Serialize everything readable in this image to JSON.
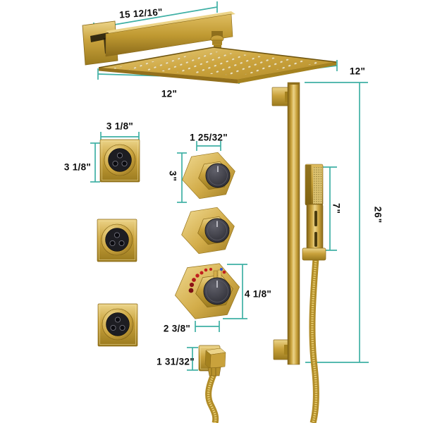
{
  "title": "Gold wall-mount shower system dimension diagram",
  "dimensions": {
    "arm_length": "15 12/16\"",
    "head_width": "12\"",
    "head_depth": "12\"",
    "jet_width": "3 1/8\"",
    "jet_height": "3 1/8\"",
    "handle_width": "1 25/32\"",
    "handle_height": "3\"",
    "hand_shower_height": "7\"",
    "slide_bar_height": "26\"",
    "valve_height": "4 1/8\"",
    "valve_width": "2 3/8\"",
    "outlet_height": "1 31/32\""
  },
  "components": [
    "shower-arm",
    "wall-flange",
    "rain-shower-head",
    "ball-joint",
    "body-jet-1",
    "body-jet-2",
    "body-jet-3",
    "hex-volume-handle-1",
    "hex-volume-handle-2",
    "thermostatic-valve",
    "slide-bar",
    "hand-shower",
    "shower-hose",
    "wall-outlet-elbow",
    "outlet-hose"
  ],
  "colors": {
    "gold": "#c9a23c",
    "gold_highlight": "#ecd489",
    "gold_shadow": "#8a6a1a",
    "dimension_line": "#3fb0a5",
    "label_text": "#0e0e0e",
    "knob_dark": "#3a3a42",
    "nozzle_black": "#1d1d22",
    "thermo_red": "#c2201f",
    "thermo_blue": "#3050c8",
    "background": "#ffffff"
  }
}
